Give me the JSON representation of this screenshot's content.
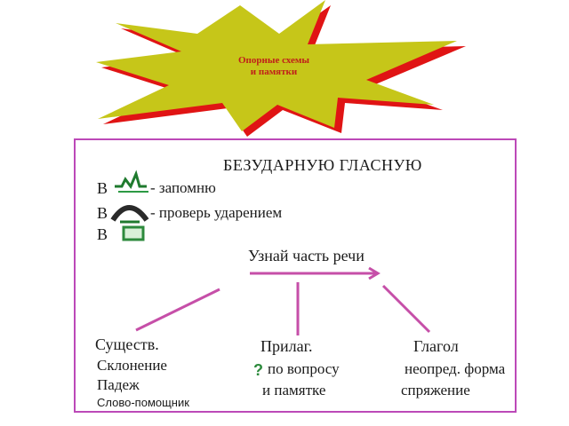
{
  "banner": {
    "title_line1": "Опорные схемы",
    "title_line2": "и памятки",
    "star_color": "#c6c619",
    "shadow_color": "#e01414"
  },
  "scheme": {
    "border_color": "#bc49b8",
    "line_color": "#c64fa8",
    "heading": "БЕЗУДАРНУЮ ГЛАСНУЮ",
    "rows": [
      {
        "letter": "В",
        "icon": "crossed-check-icon",
        "text": "- запомню"
      },
      {
        "letter": "В",
        "icon": "stress-arc-icon",
        "text": "- проверь ударением"
      },
      {
        "letter": "В",
        "icon": "rectangle-icon",
        "text": ""
      }
    ],
    "center": "Узнай часть речи",
    "branches": [
      {
        "title": "Существ.",
        "lines": [
          "Склонение",
          "Падеж",
          "Слово-помощник"
        ]
      },
      {
        "title": "Прилаг.",
        "icon": "question-mark-icon",
        "lines": [
          "по вопросу",
          "и памятке"
        ]
      },
      {
        "title": "Глагол",
        "lines": [
          "неопред. форма",
          "спряжение"
        ]
      }
    ]
  }
}
